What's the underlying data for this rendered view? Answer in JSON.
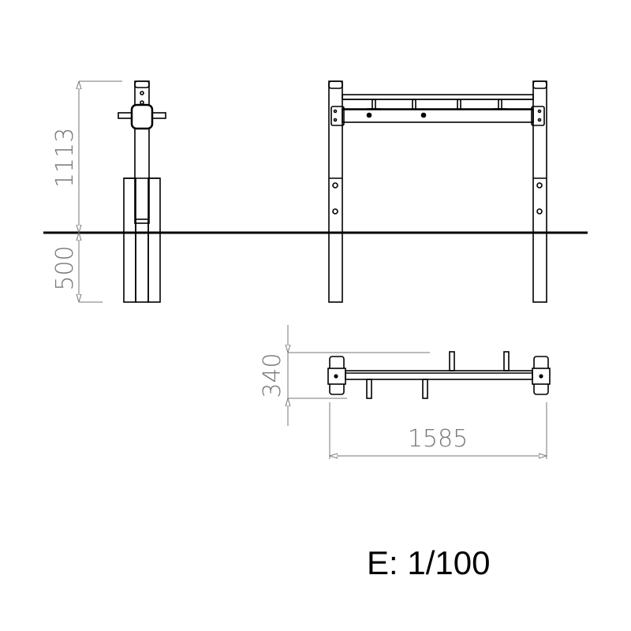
{
  "dimensions": {
    "height_above_ground": "1113",
    "depth_below_ground": "500",
    "width_top": "340",
    "length": "1585"
  },
  "scale_label": "E: 1/100",
  "colors": {
    "line": "#000000",
    "dimension": "#777777"
  }
}
